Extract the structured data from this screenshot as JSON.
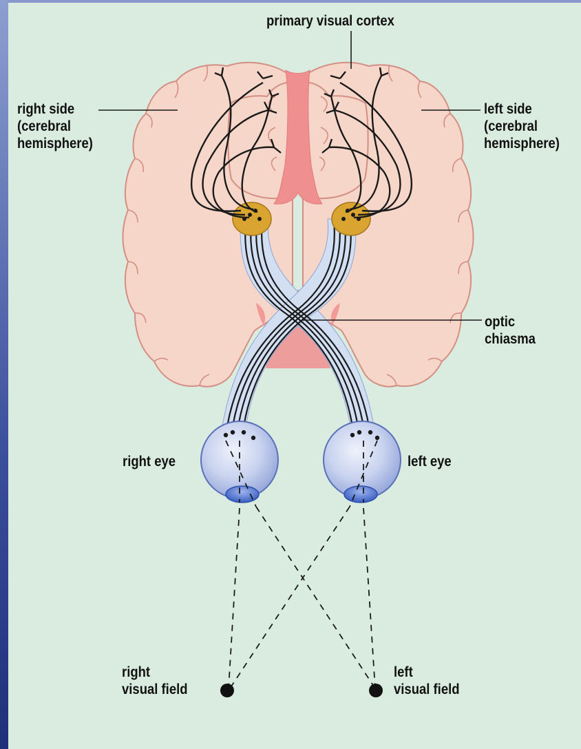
{
  "labels": {
    "primary_visual_cortex": "primary visual cortex",
    "right_side": "right side\n(cerebral\nhemisphere)",
    "left_side": "left side\n(cerebral\nhemisphere)",
    "optic_chiasma": "optic\nchiasma",
    "right_eye": "right eye",
    "left_eye": "left eye",
    "right_visual_field": "right\nvisual field",
    "left_visual_field": "left\nvisual field"
  },
  "colors": {
    "background": "#d9ecdf",
    "brain": "#f6d6c8",
    "brain_outline": "#d48f84",
    "cortex": "#f08f8f",
    "lateral_geniculate": "#d9a530",
    "optic_nerve": "#d2def2",
    "eye": "#c6d1ef",
    "lens": "#4d72cf",
    "fibre": "#1a1a1a"
  }
}
